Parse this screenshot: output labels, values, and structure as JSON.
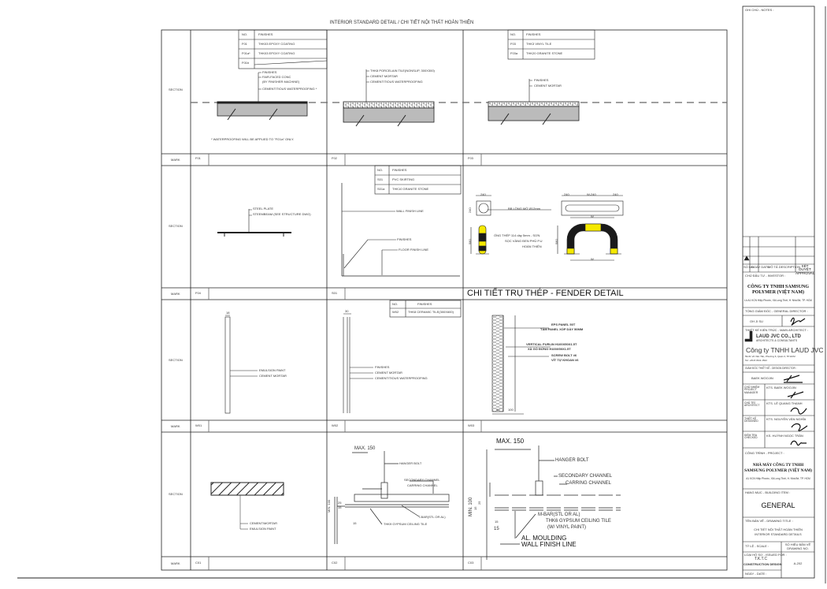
{
  "sheet": {
    "title": "INTERIOR STANDARD DETAIL / CHI TIẾT NỘI THẤT HOÀN THIỆN",
    "section_label": "SECTION",
    "mark_label": "MARK",
    "marks": [
      "F01",
      "F02",
      "F03",
      "F04",
      "S01",
      "W01",
      "W02",
      "W03",
      "C01",
      "C02",
      "C03"
    ]
  },
  "f01": {
    "table": [
      [
        "NO.",
        "FINISHES"
      ],
      [
        "F01",
        "THK03 EPOXY COATING"
      ],
      [
        "F01a*",
        "THK03 EPOXY COATING"
      ],
      [
        "F01b",
        ""
      ]
    ],
    "labels": [
      "FINISHES",
      "FAIR-FACED CONC",
      "(BY FINISHER MACHINE)",
      "CEMENTITIOUS WATERPROOFING *"
    ],
    "note": "* WATERPROOFING WILL BE APPLIED TO \"FO1a\" ONLY."
  },
  "f02": {
    "labels": [
      "THK8 PORCELAIN TILE(NONSLIP, 300X300)",
      "CEMENT MORTAR",
      "CEMENTITIOUS WATERPROOFING"
    ]
  },
  "f03": {
    "table": [
      [
        "NO.",
        "FINISHES"
      ],
      [
        "F03",
        "THK3 VINYL TILE"
      ],
      [
        "F03a",
        "THK20 GRANITE STONE"
      ]
    ],
    "labels": [
      "FINISHES",
      "CEMENT MORTAR"
    ]
  },
  "f04": {
    "labels": [
      "STEEL PLATE",
      "STEEMBEAM (SEE STRUCTURE DWG)"
    ]
  },
  "s01": {
    "table": [
      [
        "NO.",
        "FINISHES"
      ],
      [
        "S01",
        "PVC SKIRTING"
      ],
      [
        "S01a",
        "THK10 GRANITE STONE"
      ]
    ],
    "labels": [
      "WALL FINISH LINE",
      "FINISHES",
      "FLOOR FINISH LINE"
    ]
  },
  "fender": {
    "title": "CHI TIẾT TRỤ THÉP - FENDER DETAIL",
    "dims": [
      "240",
      "240",
      "W-240",
      "240",
      "240",
      "W",
      "580",
      "580",
      "W"
    ],
    "bolt_label": "BB LỒNG MỞ Ø12mm",
    "pipe_label": [
      "ỐNG THÉP 114 dày 5mm - SƠN",
      "SỌC VÀNG ĐEN PHỦ P.U",
      "HOÀN THIỆN"
    ],
    "colors": {
      "yellow": "#f5e900",
      "black": "#1a1a1a"
    }
  },
  "w01": {
    "dim": "18",
    "labels": [
      "EMULSION PAINT",
      "CEMENT MORTAR"
    ]
  },
  "w02": {
    "dim": "30",
    "table": [
      [
        "NO.",
        "FINISHES"
      ],
      [
        "W02",
        "THK8 CERAMIC TILE(300X600)"
      ]
    ],
    "labels": [
      "FINISHES",
      "CEMENT MORTAR",
      "CEMENTITIOUS WATERPROOFING"
    ]
  },
  "w03": {
    "labels": [
      "EPS PANEL 50T",
      "TẤM PANEL XỐP DÀY 50MM",
      "VERTICAL PURLIN H100X50X1.5T",
      "XÀ GỒ ĐỨNG H100X50X1.5T",
      "SCREW BOLT #6",
      "VÍT TỰ KHOAN #6"
    ],
    "dims": [
      "50",
      "100"
    ]
  },
  "c01": {
    "labels": [
      "CEMENT/MORTAR",
      "EMULSION PAINT"
    ]
  },
  "c02": {
    "labels": [
      "MAX. 150",
      "HANGER BOLT",
      "SECONDARY CHANNEL",
      "CARRING CHANNEL",
      "T-BAR(STL OR AL)",
      "THK9 GYPSUM CEILING TILE"
    ],
    "dims": [
      "MIN. 100",
      "25",
      "15",
      "15"
    ]
  },
  "c03": {
    "labels": [
      "MAX. 150",
      "HANGER BOLT",
      "SECONDARY CHANNEL",
      "CARRING CHANNEL",
      "M-BAR(STL OR AL)",
      "THK6 GYPSUM CEILING TILE",
      "(W/ VINYL PAINT)",
      "AL. MOULDING",
      "WALL FINISH LINE"
    ],
    "dims": [
      "MIN. 100",
      "15",
      "25",
      "15",
      "15"
    ]
  },
  "title_block": {
    "notes": "GHI CHÚ - NOTES :",
    "rev_headers": [
      "SỐ NO.",
      "NGÀY DATE",
      "MÔ TẢ DESCRIPTION",
      "XÉT DUYỆT APPROVAL"
    ],
    "investor_label": "CHỦ ĐẦU TƯ - INVESTOR :",
    "investor_name": [
      "CÔNG TY TNHH SAMSUNG",
      "POLYMER (VIỆT NAM)"
    ],
    "investor_address": "Lô A1 KCN Hiệp Phước, Xã Long Thới, H. Nhà Bè, TP. HCM",
    "director_label": "TỔNG GIÁM ĐỐC - GENERAL DIRECTOR :",
    "director_name": "OH JI SU",
    "architect_label": "THIẾT KẾ KIẾN TRÚC - MAIN ARCHITECT :",
    "firm_logo": [
      "LAUD JVC CO., LTD",
      "ARCHITECTS & CONSULTANTS"
    ],
    "firm_name": "Công ty TNHH LAUD JVC",
    "firm_address": [
      "59-61 Võ Văn Tần, Phường 6, Quận 3, TP.HCM",
      "Tel: +84.8.3911.1522"
    ],
    "design_director_label": "GIÁM ĐỐC THIẾT KẾ - DESIGN DIRECTOR :",
    "design_director": "BAEK WOOJIN",
    "roles": [
      {
        "role": "CHỦ NHIỆM PROJECT MANAGER",
        "name": "KTS. BAEK WOOJIN"
      },
      {
        "role": "CHỦ TRÌ ARCHITECT",
        "name": "KTS. LÊ QUANG THẠNH"
      },
      {
        "role": "THIẾT KẾ DESIGNED",
        "name": "KTS. NGUYỄN VĂN NGHĨA"
      },
      {
        "role": "KIỂM TRA CHECKED",
        "name": "KS. HUỲNH NGỌC TRÂN"
      }
    ],
    "project_label": "CÔNG TRÌNH - PROJECT :",
    "project_name": [
      "NHÀ MÁY CÔNG TY TNHH",
      "SAMSUNG POLYMER (VIỆT NAM)"
    ],
    "project_address": "A1 KCN Hiệp Phước, Xã Long Thới, H. Nhà Bè, TP. HCM",
    "item_label": "HẠNG MỤC - BUILDING ITEM :",
    "item": "GENERAL",
    "drawing_title_label": "TÊN BẢN VẼ - DRAWING TITLE :",
    "drawing_title": [
      "CHI TIẾT NỘI THẤT HOÀN THIỆN",
      "INTERIOR STANDARD DETAILS"
    ],
    "scale_label": "TỶ LỆ - SCALE :",
    "drawing_no_label": [
      "SỐ HIỆU BẢN VẼ",
      "DRAWING NO."
    ],
    "issued_label": "LOẠI HỒ SƠ - ISSUED FOR :",
    "issued": [
      "T.K.T.C",
      "CONSTRUCTION DESIGN"
    ],
    "drawing_no": "A-202",
    "date_label": "NGÀY - DATE :"
  }
}
